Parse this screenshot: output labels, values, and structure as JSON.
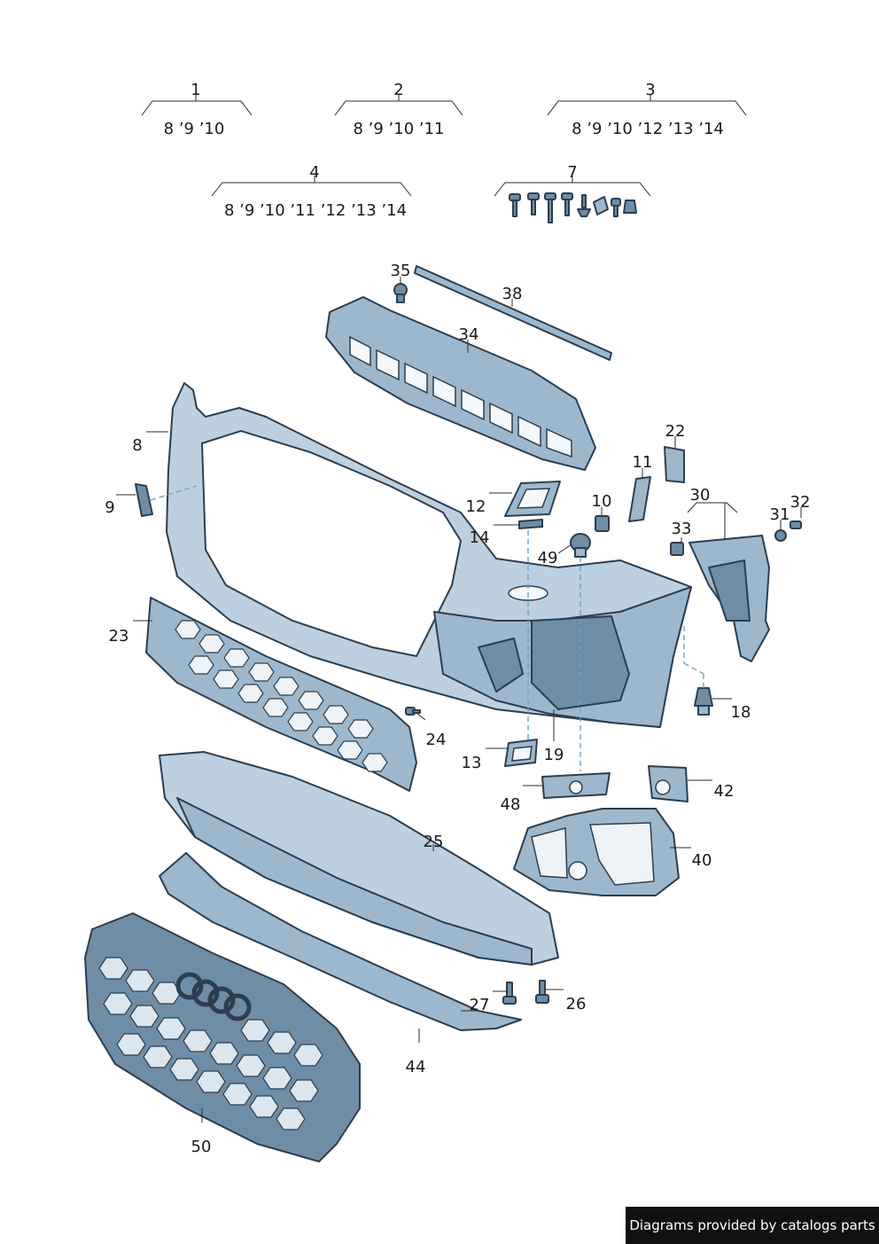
{
  "groups": [
    {
      "number": "1",
      "variants": "8 ’9 ’10"
    },
    {
      "number": "2",
      "variants": "8 ’9 ’10 ’11"
    },
    {
      "number": "3",
      "variants": "8 ’9 ’10 ’12 ’13 ’14"
    },
    {
      "number": "4",
      "variants": "8 ’9 ’10 ’11 ’12 ’13 ’14"
    },
    {
      "number": "7",
      "variants": ""
    }
  ],
  "callouts": [
    "35",
    "38",
    "34",
    "8",
    "9",
    "22",
    "11",
    "10",
    "12",
    "30",
    "31",
    "32",
    "14",
    "33",
    "49",
    "23",
    "18",
    "24",
    "19",
    "13",
    "42",
    "48",
    "25",
    "40",
    "27",
    "26",
    "44",
    "50"
  ],
  "footer": {
    "text": "Diagrams provided by catalogs parts"
  }
}
